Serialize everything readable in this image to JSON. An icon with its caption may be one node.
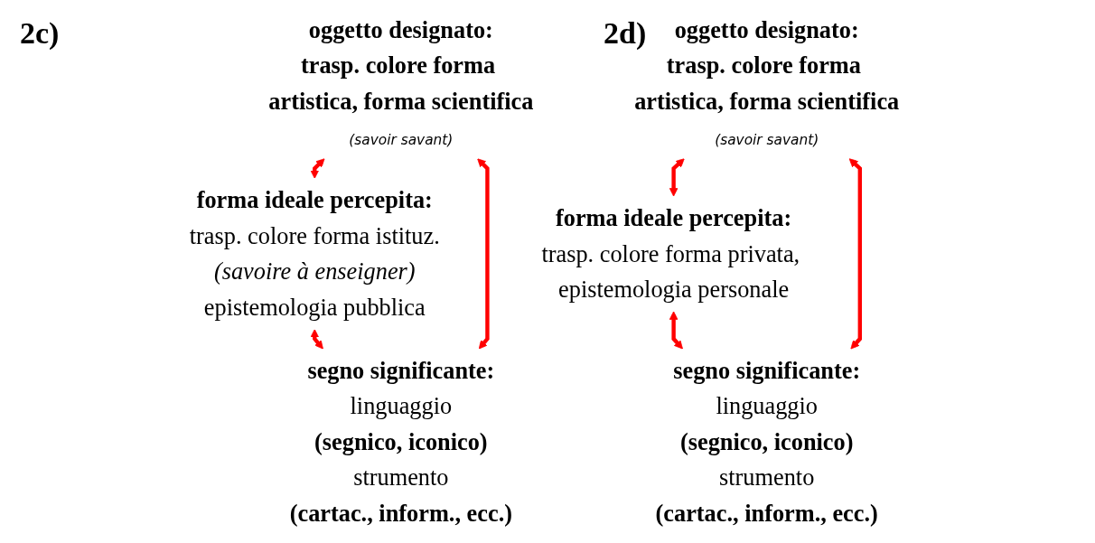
{
  "diagram": {
    "nodes": [
      {
        "text": [
          "oggetto designato:",
          "trasp. colore forma artistica, forma scientifica",
          "(savoir savant)"
        ]
      },
      {
        "text": [
          "forma ideale percepita:",
          "trasp. colore forma istituz.",
          "(savoire à enseigner)",
          "epistemologia pubblica"
        ]
      },
      {
        "text": [
          "segno significante:",
          "linguaggio",
          "(segnico, iconico)",
          "strumento",
          "(cartac., inform., ecc.)"
        ]
      },
      {
        "text": [
          "oggetto designato:",
          "trasp. colore forma artistica, forma scientifica",
          "(savoir savant)"
        ]
      },
      {
        "text": [
          "forma ideale percepita:",
          "trasp. colore forma privata, epistemologia personale"
        ]
      },
      {
        "text": [
          "segno significante:",
          "linguaggio",
          "(segnico, iconico)",
          "strumento",
          "(cartac., inform., ecc.)"
        ]
      }
    ],
    "edges": [
      {
        "from": 0,
        "to": 1,
        "arrow": "both"
      },
      {
        "from": 1,
        "to": 2,
        "arrow": "both"
      },
      {
        "from": 0,
        "to": 2,
        "arrow": "both"
      },
      {
        "from": 3,
        "to": 4,
        "arrow": "both"
      },
      {
        "from": 4,
        "to": 5,
        "arrow": "both"
      },
      {
        "from": 3,
        "to": 5,
        "arrow": "both"
      }
    ],
    "labels": [
      "2c)",
      "2d)"
    ]
  }
}
